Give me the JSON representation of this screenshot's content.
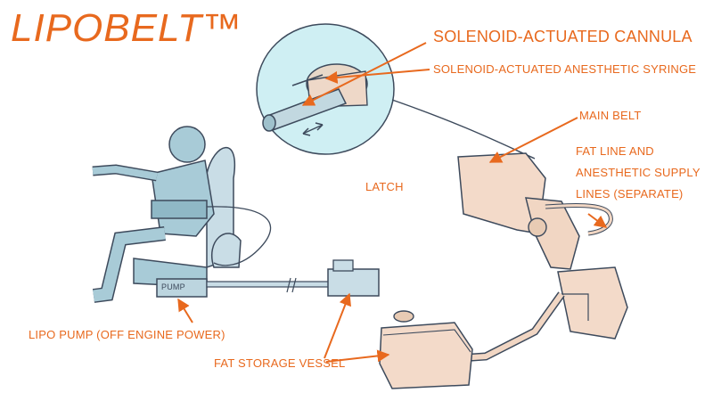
{
  "title": "LIPOBELT™",
  "accent_color": "#e8691e",
  "labels": {
    "cannula": "SOLENOID-ACTUATED CANNULA",
    "syringe": "SOLENOID-ACTUATED ANESTHETIC SYRINGE",
    "main_belt": "MAIN BELT",
    "fat_line_1": "FAT LINE AND",
    "fat_line_2": "ANESTHETIC SUPPLY",
    "fat_line_3": "LINES (SEPARATE)",
    "latch": "LATCH",
    "pump": "LIPO PUMP (OFF ENGINE POWER)",
    "vessel": "FAT STORAGE VESSEL",
    "pump_box": "PUMP"
  }
}
